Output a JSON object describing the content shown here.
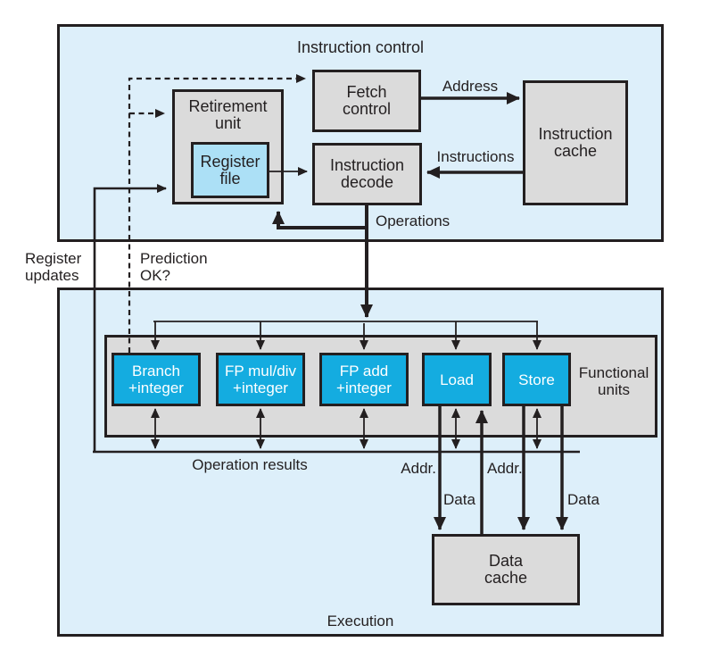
{
  "diagram": {
    "panels": {
      "instruction_control_title": "Instruction control",
      "execution_title": "Execution"
    },
    "boxes": {
      "retirement_unit": "Retirement\nunit",
      "register_file": "Register\nfile",
      "fetch_control": "Fetch\ncontrol",
      "instruction_decode": "Instruction\ndecode",
      "instruction_cache": "Instruction\ncache",
      "data_cache": "Data\ncache"
    },
    "functional_units": {
      "label": "Functional\nunits",
      "units": [
        {
          "label": "Branch\n+integer"
        },
        {
          "label": "FP mul/div\n+integer"
        },
        {
          "label": "FP add\n+integer"
        },
        {
          "label": "Load"
        },
        {
          "label": "Store"
        }
      ]
    },
    "edge_labels": {
      "address": "Address",
      "instructions": "Instructions",
      "operations": "Operations",
      "register_updates": "Register\nupdates",
      "prediction_ok": "Prediction\nOK?",
      "operation_results": "Operation results",
      "addr_load": "Addr.",
      "addr_store": "Addr.",
      "data_load": "Data",
      "data_store": "Data"
    },
    "colors": {
      "panel_background": "#ddeffa",
      "box_gray": "#dbdbdb",
      "register_file_blue": "#ace0f6",
      "unit_cyan": "#14ace0",
      "line_black": "#231f20",
      "unit_text": "#ffffff"
    }
  }
}
